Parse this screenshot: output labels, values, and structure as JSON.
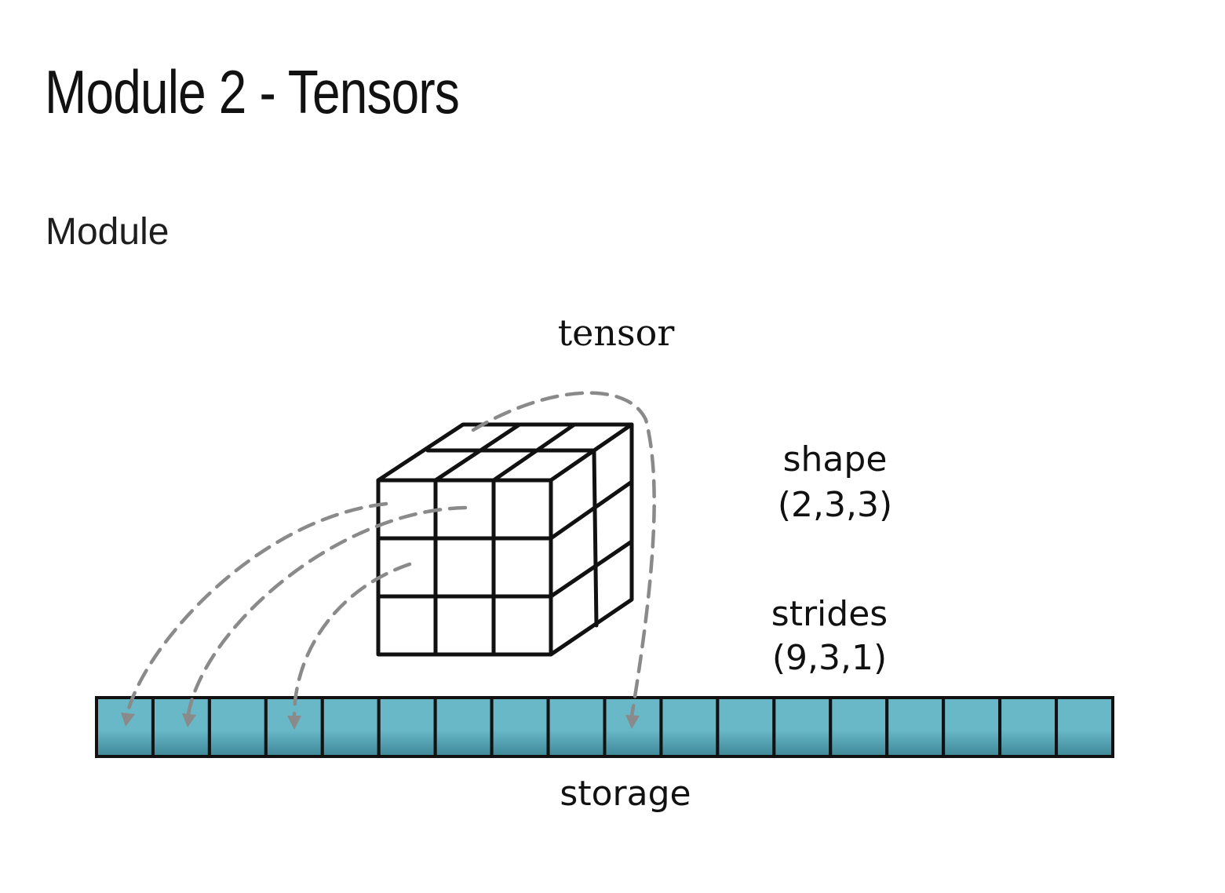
{
  "page": {
    "title": "Module 2 - Tensors",
    "subtitle": "Module"
  },
  "diagram": {
    "tensor_label": "tensor",
    "shape_label": "shape",
    "shape_value": "(2,3,3)",
    "strides_label": "strides",
    "strides_value": "(9,3,1)",
    "storage_label": "storage",
    "storage_cell_count": 18,
    "colors": {
      "storage_fill": "#68b8c8",
      "storage_shade": "#3f8898",
      "arrow": "#8a8a8a",
      "outline": "#111111"
    }
  }
}
